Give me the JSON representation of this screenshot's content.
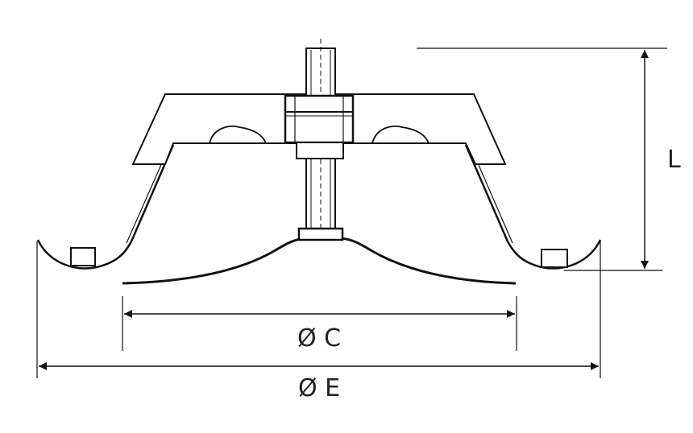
{
  "diagram": {
    "dimension_c_label": "Ø C",
    "dimension_e_label": "Ø E",
    "dimension_l_label": "L",
    "line_color": "#111111",
    "background_color": "#ffffff"
  }
}
